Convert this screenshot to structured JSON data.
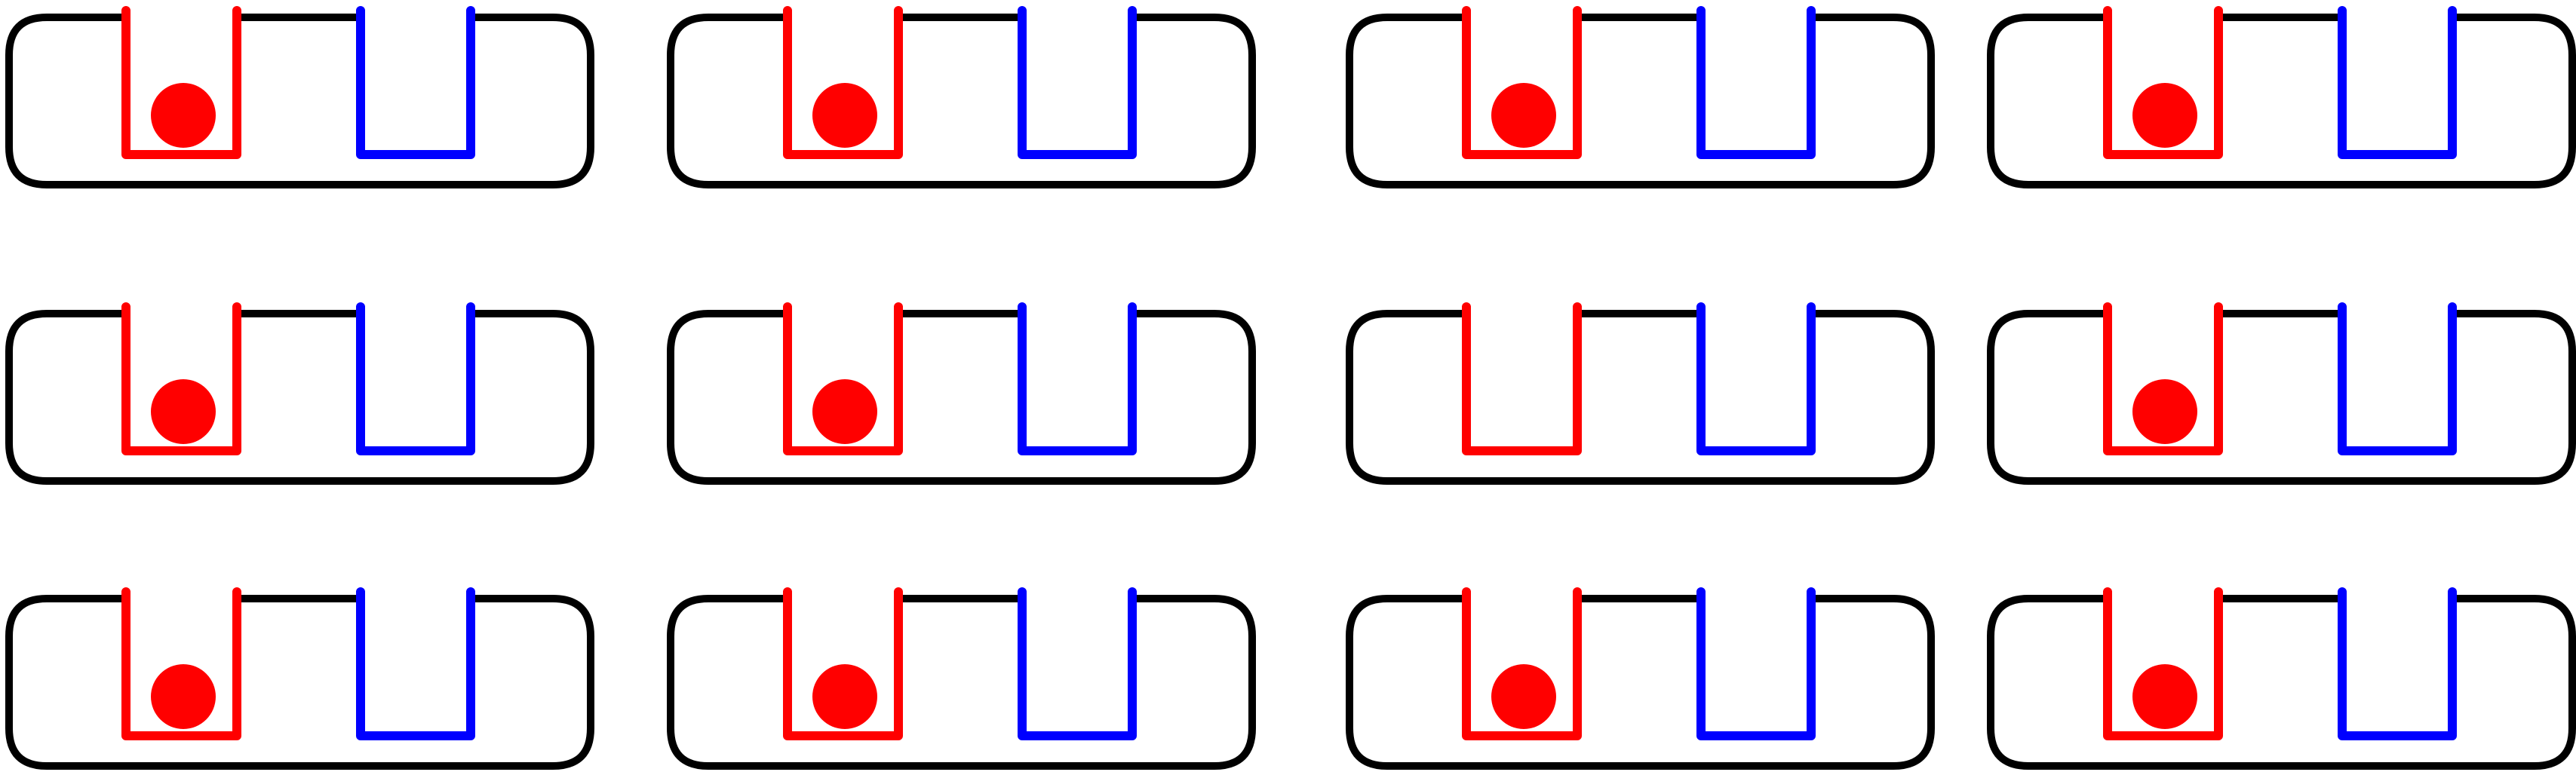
{
  "colors": {
    "background": "#ffffff",
    "frame": "#000000",
    "left_cup": "#ff0000",
    "right_cup": "#0000ff",
    "ball": "#ff0000"
  },
  "puzzle": {
    "rows": 3,
    "columns": 4,
    "panels": [
      {
        "ball_in": "left"
      },
      {
        "ball_in": "left"
      },
      {
        "ball_in": "left"
      },
      {
        "ball_in": "left"
      },
      {
        "ball_in": "left"
      },
      {
        "ball_in": "left"
      },
      {
        "ball_in": "none"
      },
      {
        "ball_in": "left"
      },
      {
        "ball_in": "left"
      },
      {
        "ball_in": "left"
      },
      {
        "ball_in": "left"
      },
      {
        "ball_in": "left"
      }
    ]
  }
}
